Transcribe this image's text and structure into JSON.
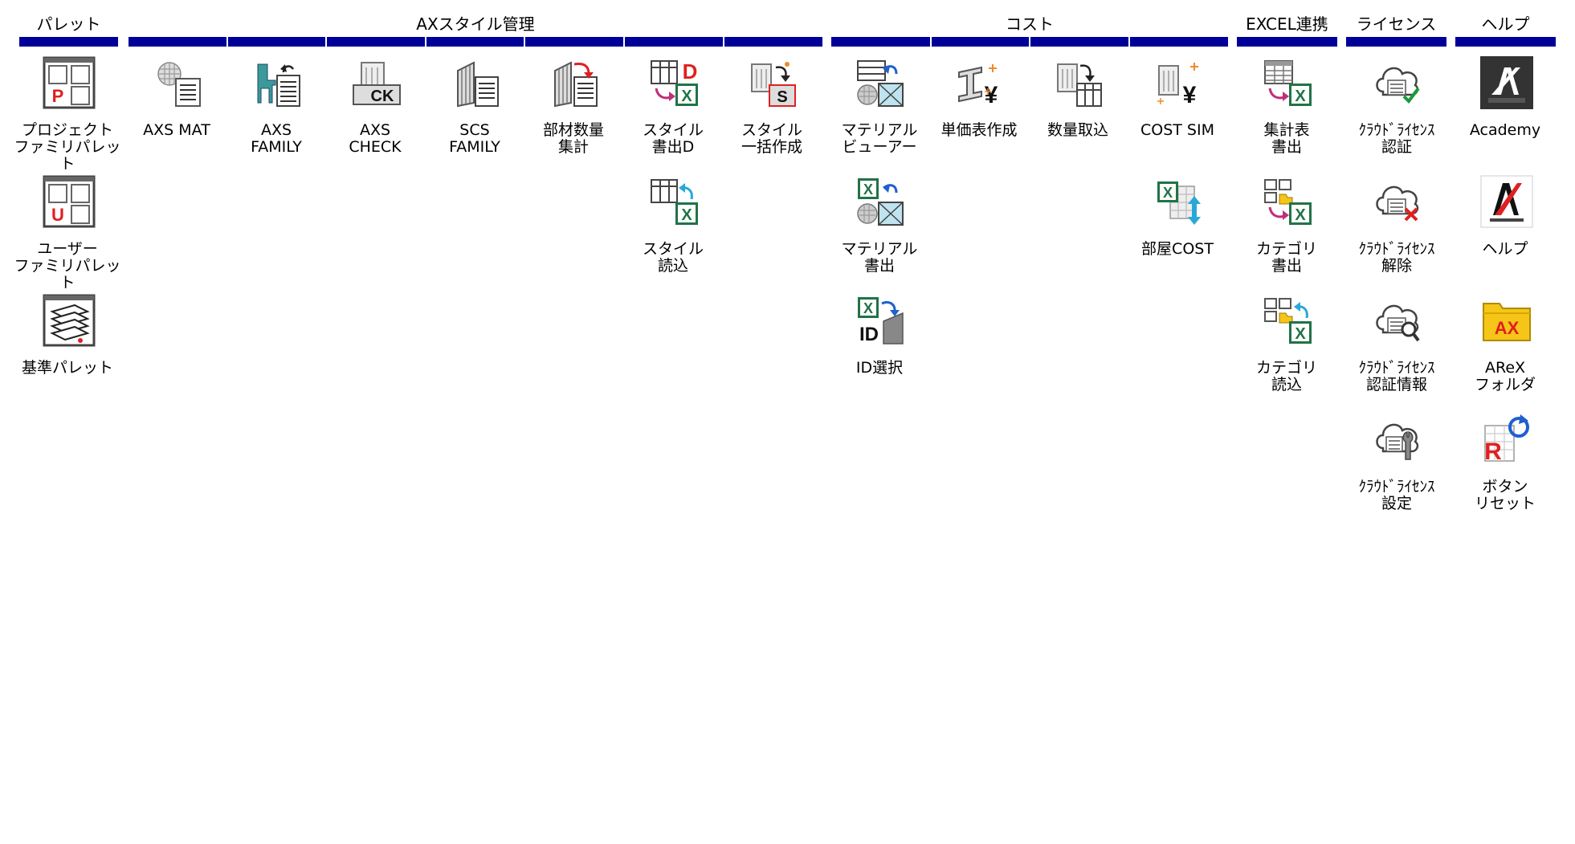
{
  "groups": {
    "palette": "パレット",
    "axstyle": "AXスタイル管理",
    "cost": "コスト",
    "excel": "EXCEL連携",
    "license": "ライセンス",
    "help": "ヘルプ"
  },
  "buttons": {
    "project_family_palette": "プロジェクト\nファミリパレット",
    "user_family_palette": "ユーザー\nファミリパレット",
    "standard_palette": "基準パレット",
    "axs_mat": "AXS MAT",
    "axs_family": "AXS\nFAMILY",
    "axs_check": "AXS\nCHECK",
    "scs_family": "SCS\nFAMILY",
    "member_quantity": "部材数量\n集計",
    "style_export_d": "スタイル\n書出D",
    "style_bulk_create": "スタイル\n一括作成",
    "style_import": "スタイル\n読込",
    "material_viewer": "マテリアル\nビューアー",
    "unit_price_table": "単価表作成",
    "quantity_import": "数量取込",
    "cost_sim": "COST SIM",
    "material_export": "マテリアル\n書出",
    "room_cost": "部屋COST",
    "id_select": "ID選択",
    "summary_export": "集計表\n書出",
    "category_export": "カテゴリ\n書出",
    "category_import": "カテゴリ\n読込",
    "cloud_license_auth": "ｸﾗｳﾄﾞﾗｲｾﾝｽ\n認証",
    "cloud_license_release": "ｸﾗｳﾄﾞﾗｲｾﾝｽ\n解除",
    "cloud_license_info": "ｸﾗｳﾄﾞﾗｲｾﾝｽ\n認証情報",
    "cloud_license_settings": "ｸﾗｳﾄﾞﾗｲｾﾝｽ\n設定",
    "academy": "Academy",
    "help": "ヘルプ",
    "arex_folder": "AReX\nフォルダ",
    "button_reset": "ボタン\nリセット"
  },
  "icon_text": {
    "project_letter": "P",
    "user_letter": "U",
    "check_letters": "CK",
    "export_d_letter": "D",
    "excel_x": "X",
    "bulk_s": "S",
    "yen": "¥",
    "id_letters": "ID",
    "ax_folder": "AX",
    "reset_r": "R"
  },
  "colors": {
    "bar": "#000099",
    "excel_green": "#217346",
    "red": "#e02020",
    "teal": "#3a9a9a",
    "cloud_check_green": "#1a9a3a",
    "folder_yellow": "#f5c518",
    "blue_arrow": "#1f5fd0",
    "cyan_arrow": "#29a8d8"
  }
}
